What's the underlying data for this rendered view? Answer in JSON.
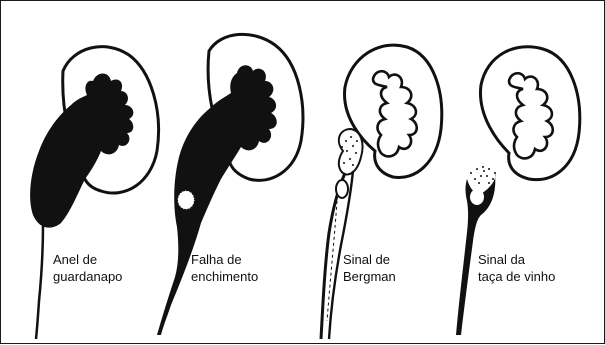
{
  "figure": {
    "panels": [
      {
        "key": "anel",
        "caption_lines": [
          "Anel de",
          "guardanapo"
        ]
      },
      {
        "key": "falha",
        "caption_lines": [
          "Falha de",
          "enchimento"
        ]
      },
      {
        "key": "bergman",
        "caption_lines": [
          "Sinal de",
          "Bergman"
        ]
      },
      {
        "key": "taca",
        "caption_lines": [
          "Sinal da",
          "taça de vinho"
        ]
      }
    ]
  },
  "colors": {
    "ink": "#111111",
    "paper": "#ffffff",
    "frame": "#1a1a1a"
  }
}
